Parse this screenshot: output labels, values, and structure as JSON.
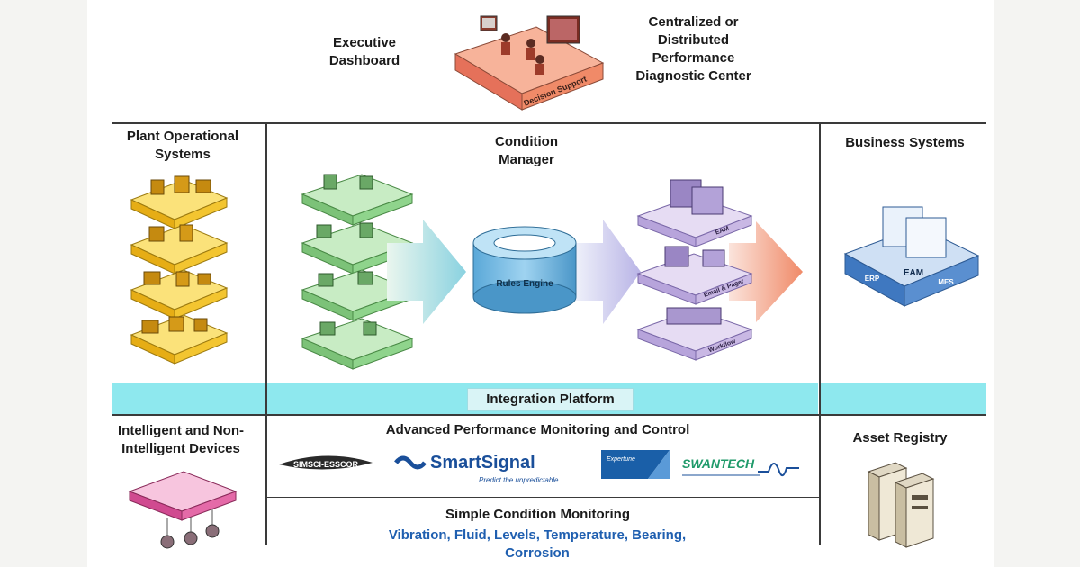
{
  "top": {
    "executive_dashboard": "Executive\nDashboard",
    "decision_support": "Decision Support",
    "diagnostic_center": "Centralized or\nDistributed\nPerformance\nDiagnostic Center"
  },
  "plant": {
    "title": "Plant Operational\nSystems"
  },
  "condition_manager": {
    "title": "Condition\nManager",
    "rules_engine": "Rules Engine"
  },
  "business": {
    "title": "Business Systems",
    "labels": [
      "ERP",
      "EAM",
      "MES"
    ]
  },
  "output_stack": {
    "labels": [
      "EAM",
      "Email & Pager",
      "Workflow"
    ]
  },
  "integration": {
    "label": "Integration Platform"
  },
  "devices": {
    "title": "Intelligent and Non-\nIntelligent Devices"
  },
  "apm": {
    "title": "Advanced Performance Monitoring and Control",
    "logos": {
      "simsci": "SIMSCI-ESSCOR",
      "smartsignal": "SmartSignal",
      "smartsignal_tagline": "Predict the unpredictable",
      "expertune": "Expertune",
      "swantech": "SWANTECH"
    }
  },
  "simple": {
    "title": "Simple Condition Monitoring",
    "items": "Vibration, Fluid, Levels, Temperature, Bearing,\nCorrosion"
  },
  "asset": {
    "title": "Asset Registry"
  },
  "colors": {
    "band": "#8ee8ee",
    "blue_text": "#1f5fb0",
    "plant_yellow": "#f3c530",
    "cm_green": "#8fd48c",
    "output_purple": "#c9b8e4",
    "decision_orange": "#f08a68",
    "business_blue": "#5a8fd0",
    "devices_pink": "#e46aa8"
  }
}
